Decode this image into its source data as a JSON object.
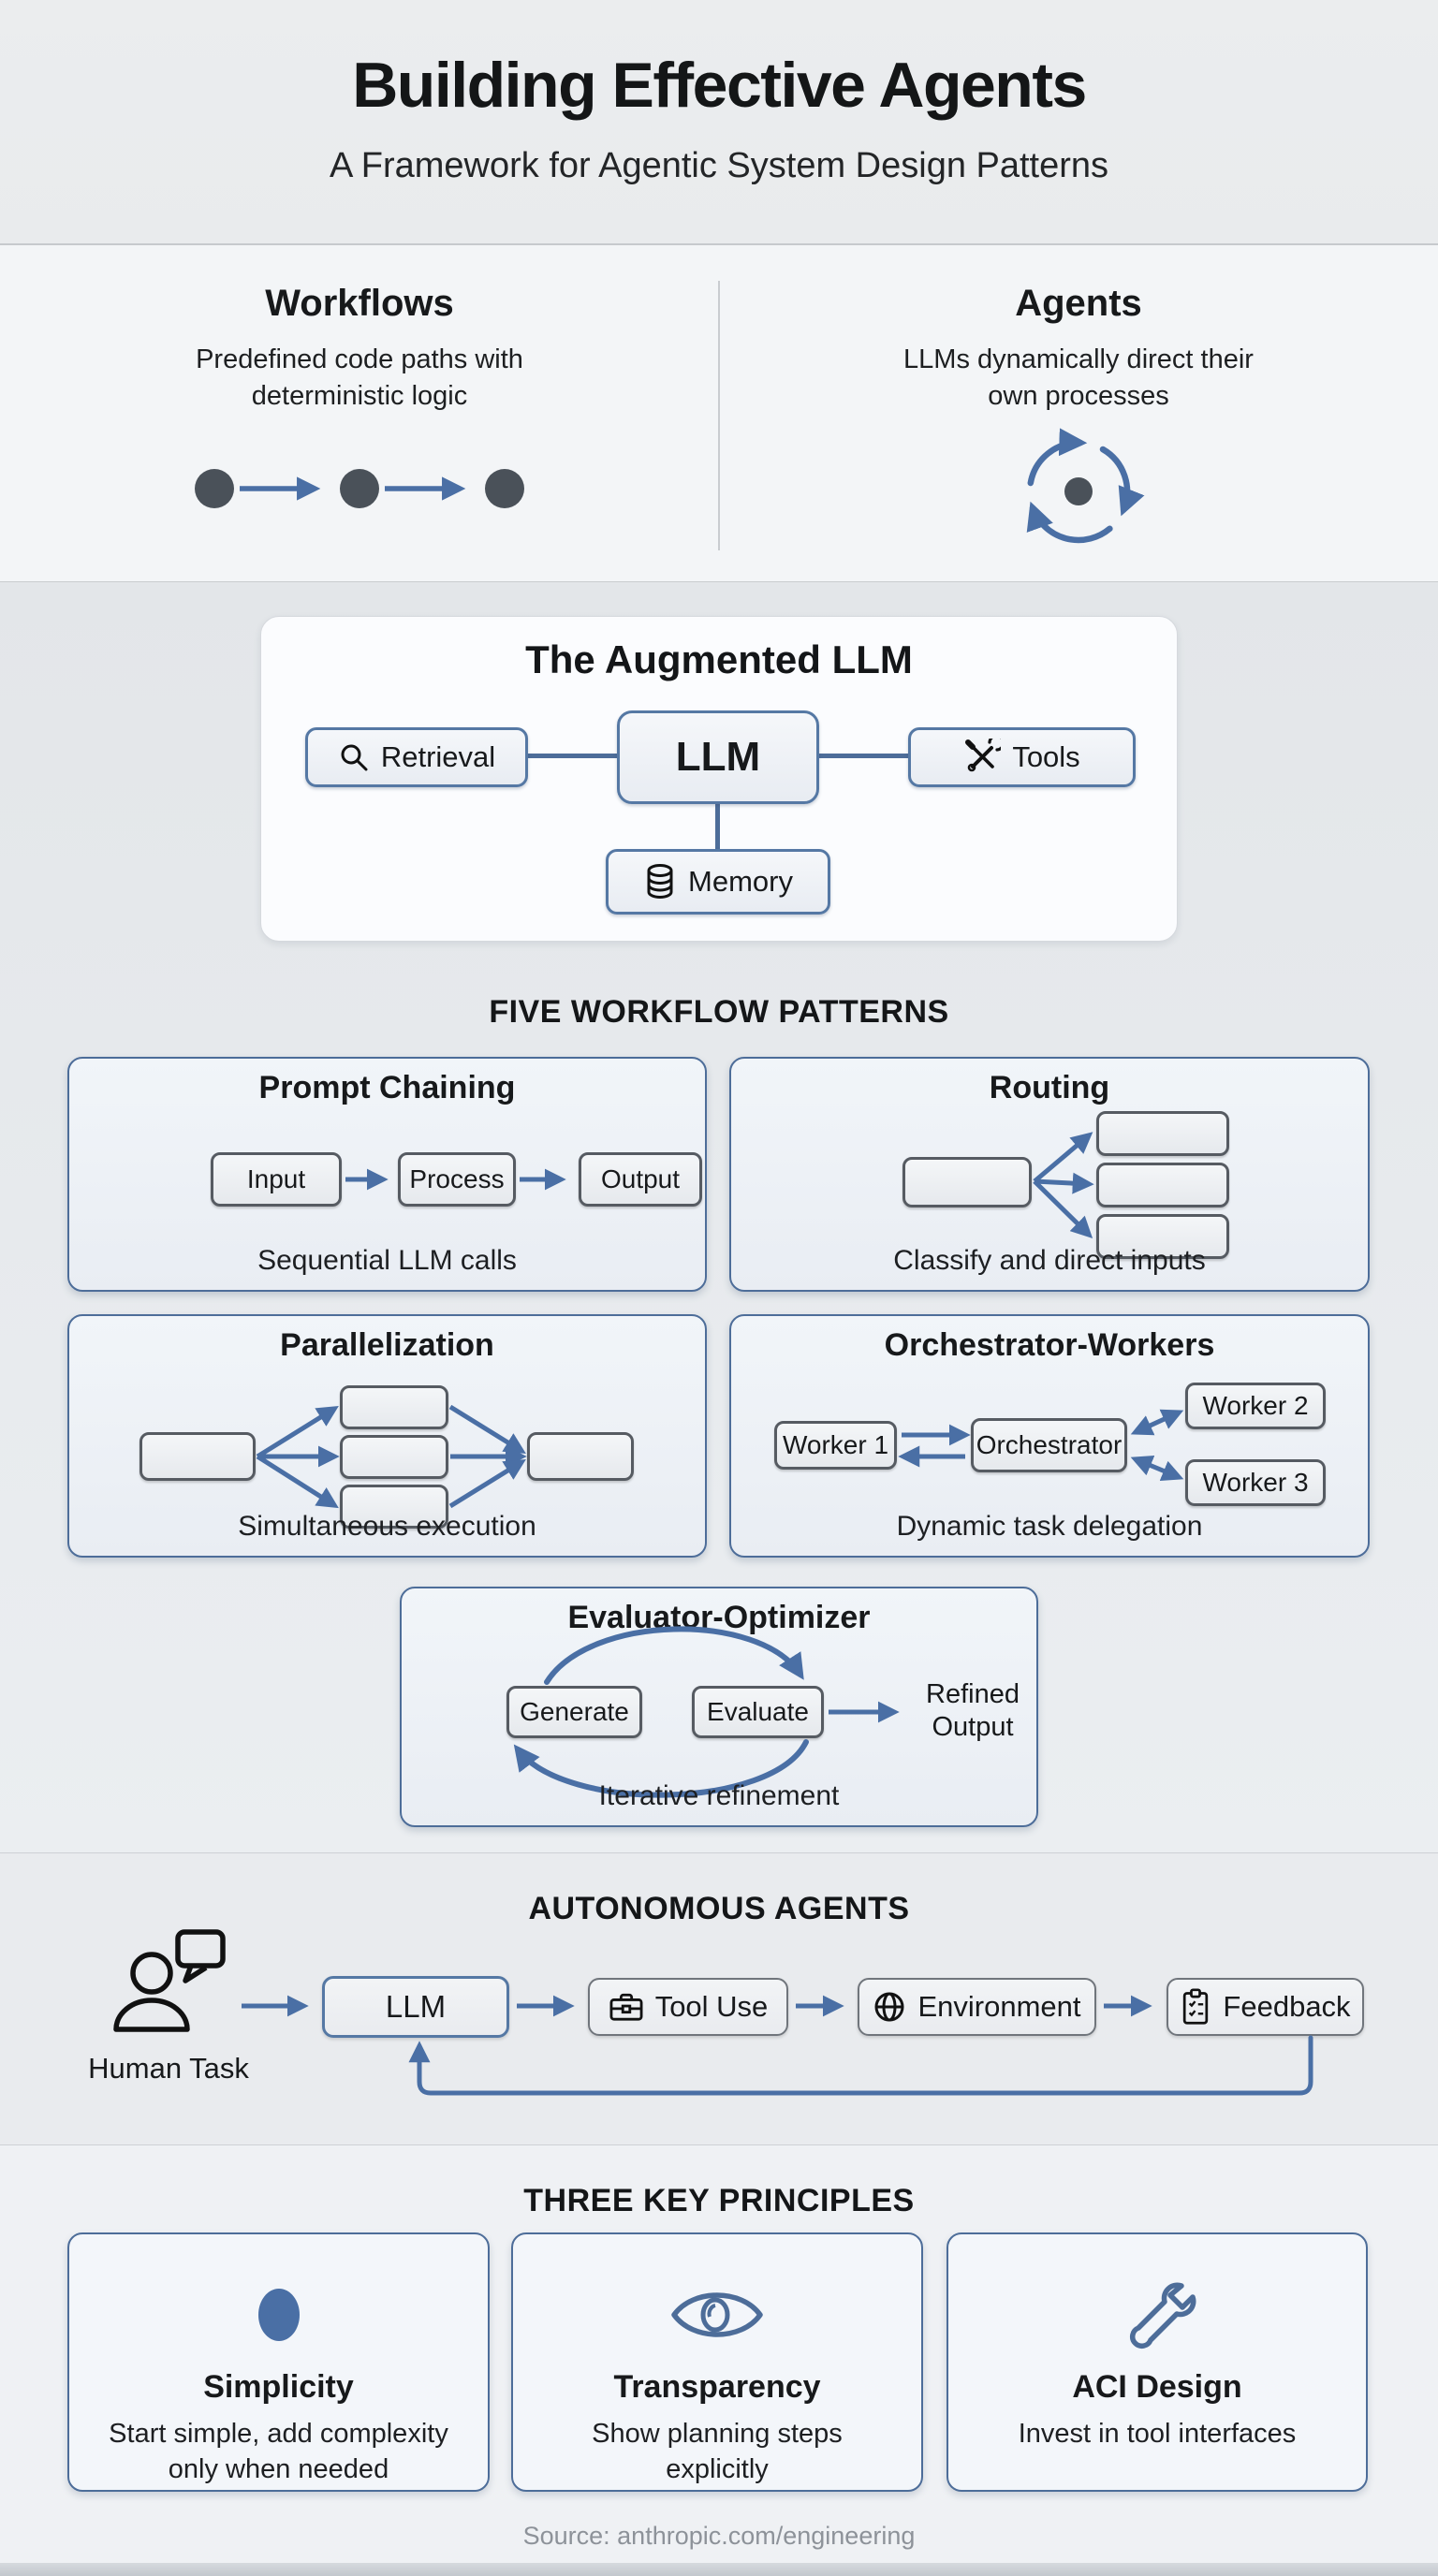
{
  "header": {
    "title": "Building Effective Agents",
    "subtitle": "A Framework for Agentic System Design Patterns"
  },
  "split": {
    "workflows": {
      "title": "Workflows",
      "desc": "Predefined code paths with deterministic logic"
    },
    "agents": {
      "title": "Agents",
      "desc": "LLMs dynamically direct their own processes"
    }
  },
  "augmented": {
    "title": "The Augmented LLM",
    "retrieval": "Retrieval",
    "llm": "LLM",
    "tools": "Tools",
    "memory": "Memory"
  },
  "patterns": {
    "heading": "FIVE WORKFLOW PATTERNS",
    "prompt_chaining": {
      "title": "Prompt Chaining",
      "input": "Input",
      "process": "Process",
      "output": "Output",
      "caption": "Sequential LLM calls"
    },
    "routing": {
      "title": "Routing",
      "caption": "Classify and direct inputs"
    },
    "parallelization": {
      "title": "Parallelization",
      "caption": "Simultaneous execution"
    },
    "orchestrator_workers": {
      "title": "Orchestrator-Workers",
      "worker1": "Worker 1",
      "orchestrator": "Orchestrator",
      "worker2": "Worker 2",
      "worker3": "Worker 3",
      "caption": "Dynamic task delegation"
    },
    "evaluator_optimizer": {
      "title": "Evaluator-Optimizer",
      "generate": "Generate",
      "evaluate": "Evaluate",
      "refined": "Refined Output",
      "caption": "Iterative refinement"
    }
  },
  "autonomous": {
    "heading": "AUTONOMOUS AGENTS",
    "human": "Human Task",
    "llm": "LLM",
    "tool_use": "Tool Use",
    "environment": "Environment",
    "feedback": "Feedback"
  },
  "principles": {
    "heading": "THREE KEY PRINCIPLES",
    "cards": [
      {
        "title": "Simplicity",
        "desc": "Start simple, add complexity only when needed"
      },
      {
        "title": "Transparency",
        "desc": "Show planning steps explicitly"
      },
      {
        "title": "ACI Design",
        "desc": "Invest in tool interfaces"
      }
    ]
  },
  "footer": {
    "source": "Source: anthropic.com/engineering"
  },
  "colors": {
    "accent": "#4a6fa5",
    "border_blue": "#4d6d99",
    "box_border_gray": "#565b62",
    "ink": "#17191b",
    "dot": "#4a5159"
  }
}
